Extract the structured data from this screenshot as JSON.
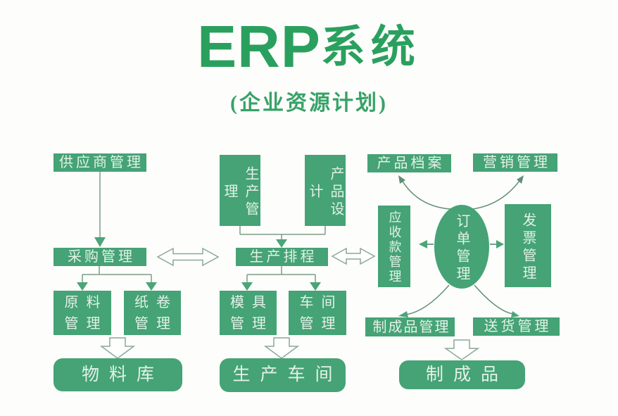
{
  "title": {
    "latin": "ERP",
    "cjk": "系统",
    "subtitle": "(企业资源计划)"
  },
  "colors": {
    "node_green": "#45a376",
    "title_green": "#2aa05f",
    "node_text": "#e3f1e7",
    "connector_line": "#7d9c88",
    "solid_arrowhead": "#4aa578",
    "background": "#fdfdfb"
  },
  "nodes": {
    "supplier_mgmt": "供应商管理",
    "purchasing_mgmt": "采购管理",
    "raw_material_mgmt": "原料管理",
    "paper_roll_mgmt": "纸卷管理",
    "material_warehouse": "物料库",
    "production_mgmt": "生产管理",
    "product_design": "产品设计",
    "production_scheduling": "生产排程",
    "mold_mgmt": "模具管理",
    "workshop_mgmt": "车间管理",
    "production_workshop": "生产车间",
    "product_archive": "产品档案",
    "marketing_mgmt": "营销管理",
    "receivables_mgmt": "应收款管理",
    "order_mgmt": "订单管理",
    "invoice_mgmt": "发票管理",
    "finished_goods_mgmt": "制成品管理",
    "delivery_mgmt": "送货管理",
    "finished_goods": "制成品"
  }
}
